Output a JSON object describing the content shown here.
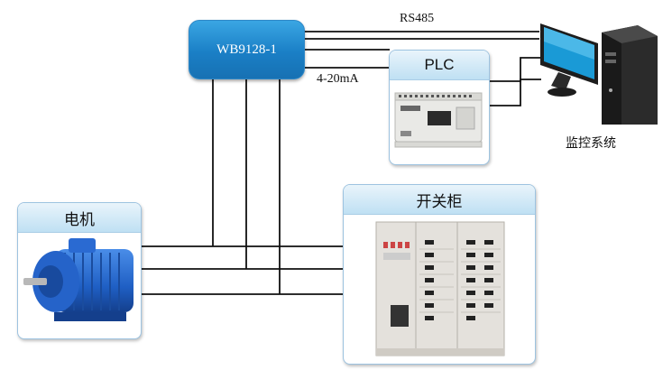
{
  "device": {
    "label": "WB9128-1"
  },
  "labels": {
    "rs485": "RS485",
    "current_loop": "4-20mA",
    "monitoring": "监控系统"
  },
  "plc": {
    "title": "PLC"
  },
  "motor": {
    "title": "电机"
  },
  "switchgear": {
    "title": "开关柜"
  },
  "colors": {
    "device_fill": "#1a7fc6",
    "panel_border": "#9dc3e0",
    "header_fill": "#bfe0f3",
    "motor_blue": "#1f5fc4",
    "wire": "#000000"
  }
}
